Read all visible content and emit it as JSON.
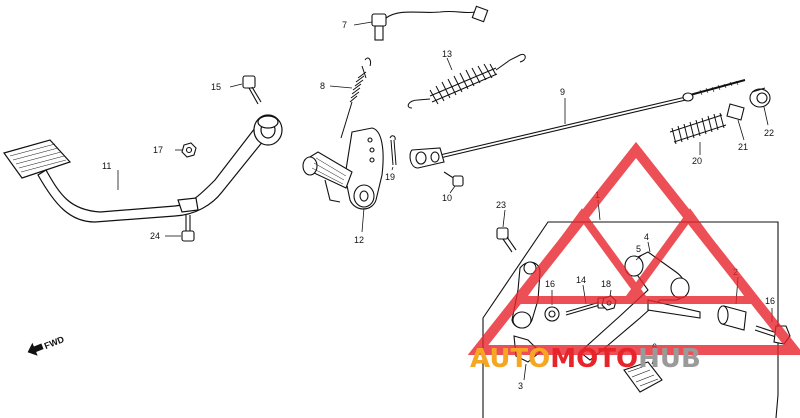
{
  "callouts": {
    "c1": "1",
    "c2": "2",
    "c3": "3",
    "c4": "4",
    "c5": "5",
    "c6": "6",
    "c7": "7",
    "c8": "8",
    "c9": "9",
    "c10": "10",
    "c11": "11",
    "c12": "12",
    "c13": "13",
    "c14": "14",
    "c15": "15",
    "c16a": "16",
    "c16b": "16",
    "c17": "17",
    "c18": "18",
    "c19": "19",
    "c20": "20",
    "c21": "21",
    "c22": "22",
    "c23": "23",
    "c24": "24"
  },
  "fwd_label": "FWD",
  "watermark": {
    "part1": "AUTO",
    "part2": "MOTO",
    "part3": "HUB",
    "colors": {
      "red": "#e8242b",
      "orange": "#f5a623",
      "gray": "#9a9a9a"
    }
  }
}
